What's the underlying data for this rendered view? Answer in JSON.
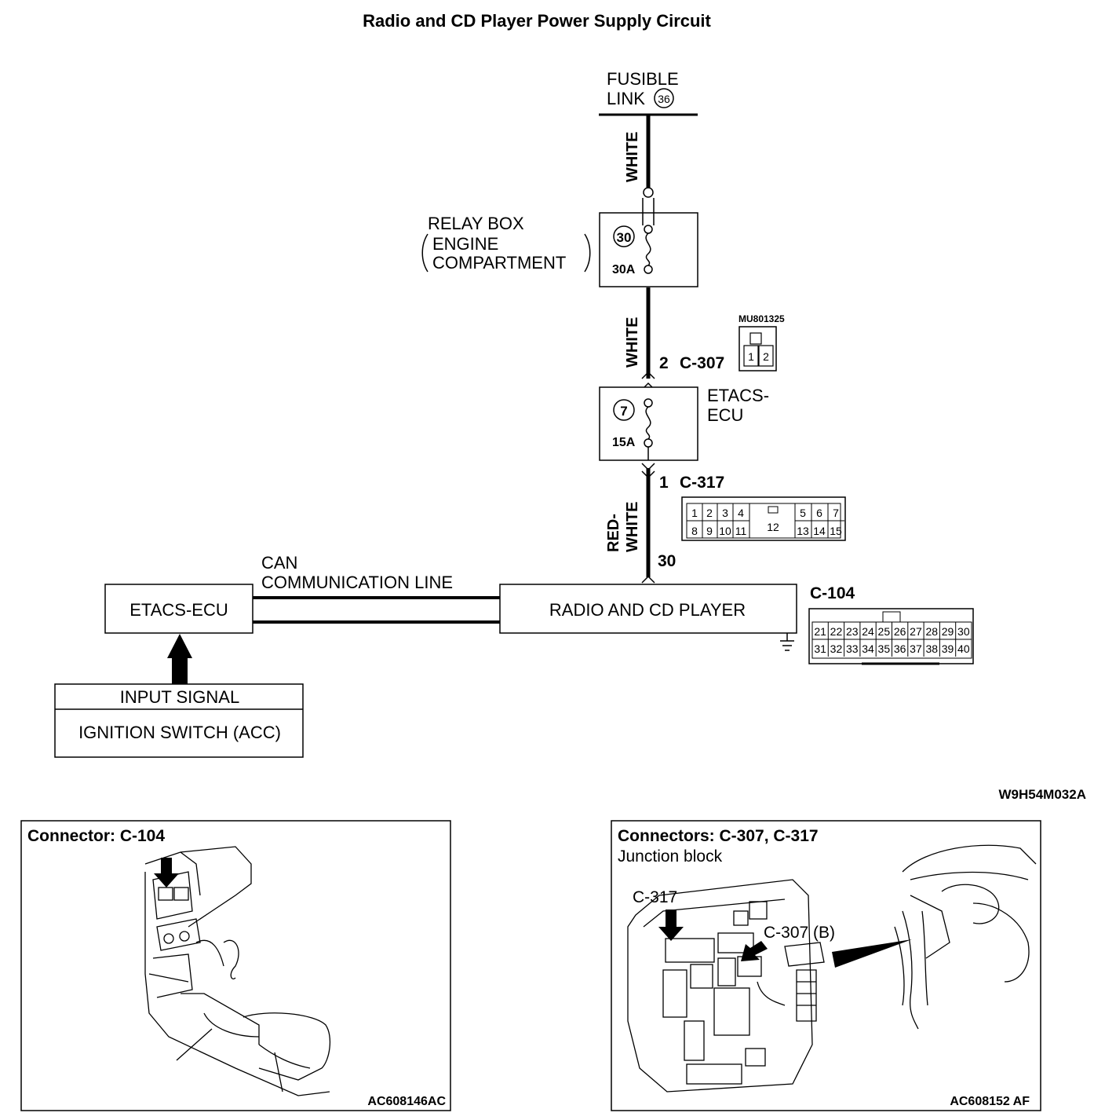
{
  "title": "Radio and CD Player Power Supply Circuit",
  "fusible_link": {
    "line1": "FUSIBLE",
    "line2": "LINK",
    "number": "36"
  },
  "wires": {
    "white_top": "WHITE",
    "white_mid": "WHITE",
    "red_white_1": "RED-",
    "red_white_2": "WHITE"
  },
  "relay_box": {
    "line1": "RELAY BOX",
    "line2": "ENGINE",
    "line3": "COMPARTMENT",
    "fuse_number": "30",
    "fuse_rating": "30A"
  },
  "c307": {
    "pin": "2",
    "name": "C-307",
    "part_no": "MU801325",
    "pins": [
      "1",
      "2"
    ]
  },
  "etacs_fuse": {
    "label1": "ETACS-",
    "label2": "ECU",
    "fuse_number": "7",
    "fuse_rating": "15A"
  },
  "c317": {
    "pin": "1",
    "name": "C-317",
    "pins_top": [
      "1",
      "2",
      "3",
      "4",
      "12",
      "5",
      "6",
      "7"
    ],
    "pins_bottom": [
      "8",
      "9",
      "10",
      "11",
      "13",
      "14",
      "15"
    ]
  },
  "radio_pin": "30",
  "can": {
    "line1": "CAN",
    "line2": "COMMUNICATION LINE"
  },
  "etacs_ecu": "ETACS-ECU",
  "radio": "RADIO AND CD PLAYER",
  "c104": {
    "name": "C-104",
    "pins_top": [
      "21",
      "22",
      "23",
      "24",
      "25",
      "26",
      "27",
      "28",
      "29",
      "30"
    ],
    "pins_bottom": [
      "31",
      "32",
      "33",
      "34",
      "35",
      "36",
      "37",
      "38",
      "39",
      "40"
    ]
  },
  "input_signal": {
    "header": "INPUT SIGNAL",
    "body": "IGNITION SWITCH (ACC)"
  },
  "figure_code": "W9H54M032A",
  "panel_left": {
    "title": "Connector: C-104",
    "code": "AC608146AC"
  },
  "panel_right": {
    "title": "Connectors: C-307, C-317",
    "subtitle": "Junction block",
    "label_c317": "C-317",
    "label_c307": "C-307 (B)",
    "code": "AC608152 AF"
  }
}
